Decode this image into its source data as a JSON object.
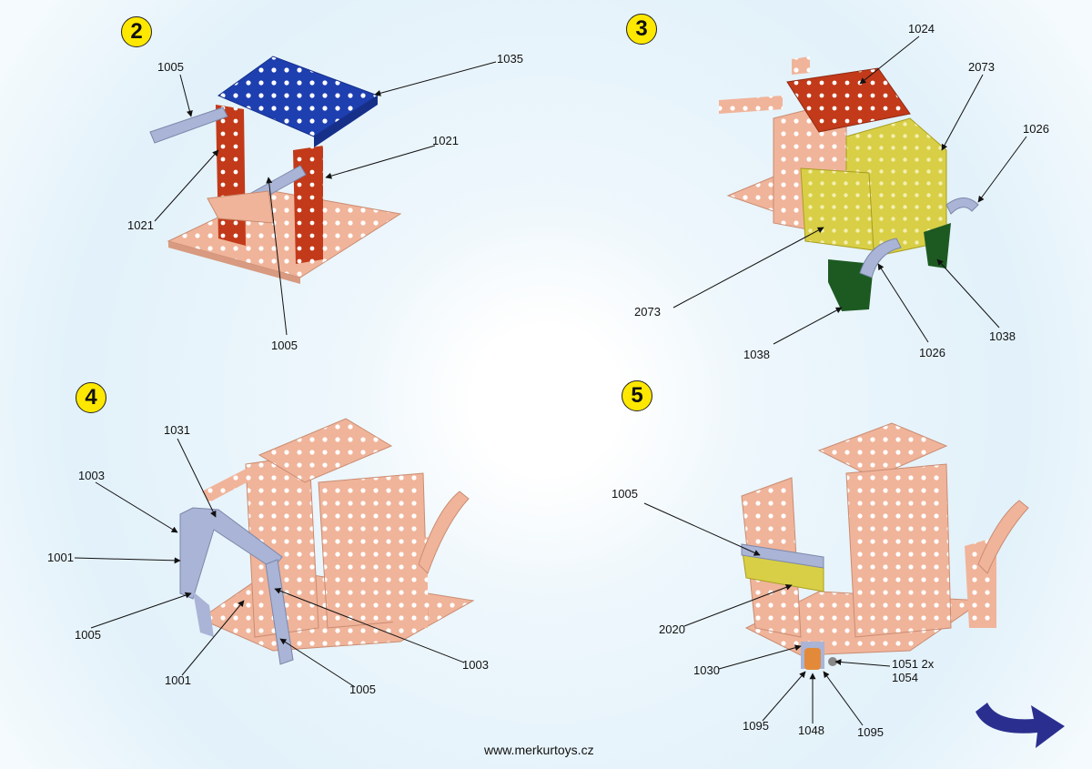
{
  "steps": [
    {
      "number": "2",
      "labels": [
        "1005",
        "1035",
        "1021",
        "1021",
        "1005"
      ]
    },
    {
      "number": "3",
      "labels": [
        "1024",
        "2073",
        "1026",
        "2073",
        "1038",
        "1026",
        "1038"
      ]
    },
    {
      "number": "4",
      "labels": [
        "1031",
        "1003",
        "1001",
        "1005",
        "1001",
        "1003",
        "1005"
      ]
    },
    {
      "number": "5",
      "labels": [
        "1005",
        "2020",
        "1030",
        "1051 2x",
        "1054",
        "1095",
        "1048",
        "1095"
      ]
    }
  ],
  "footer": {
    "url": "www.merkurtoys.cz"
  },
  "icons": {
    "next": "next-page-arrow-icon"
  },
  "colors": {
    "copper": "#f0b49a",
    "blue": "#1e3fb0",
    "red": "#c23a1a",
    "yellow": "#e0d040",
    "green": "#1d5a22",
    "grey": "#a9b4d6",
    "arrow": "#2a2f8f",
    "badge": "#ffe800"
  }
}
